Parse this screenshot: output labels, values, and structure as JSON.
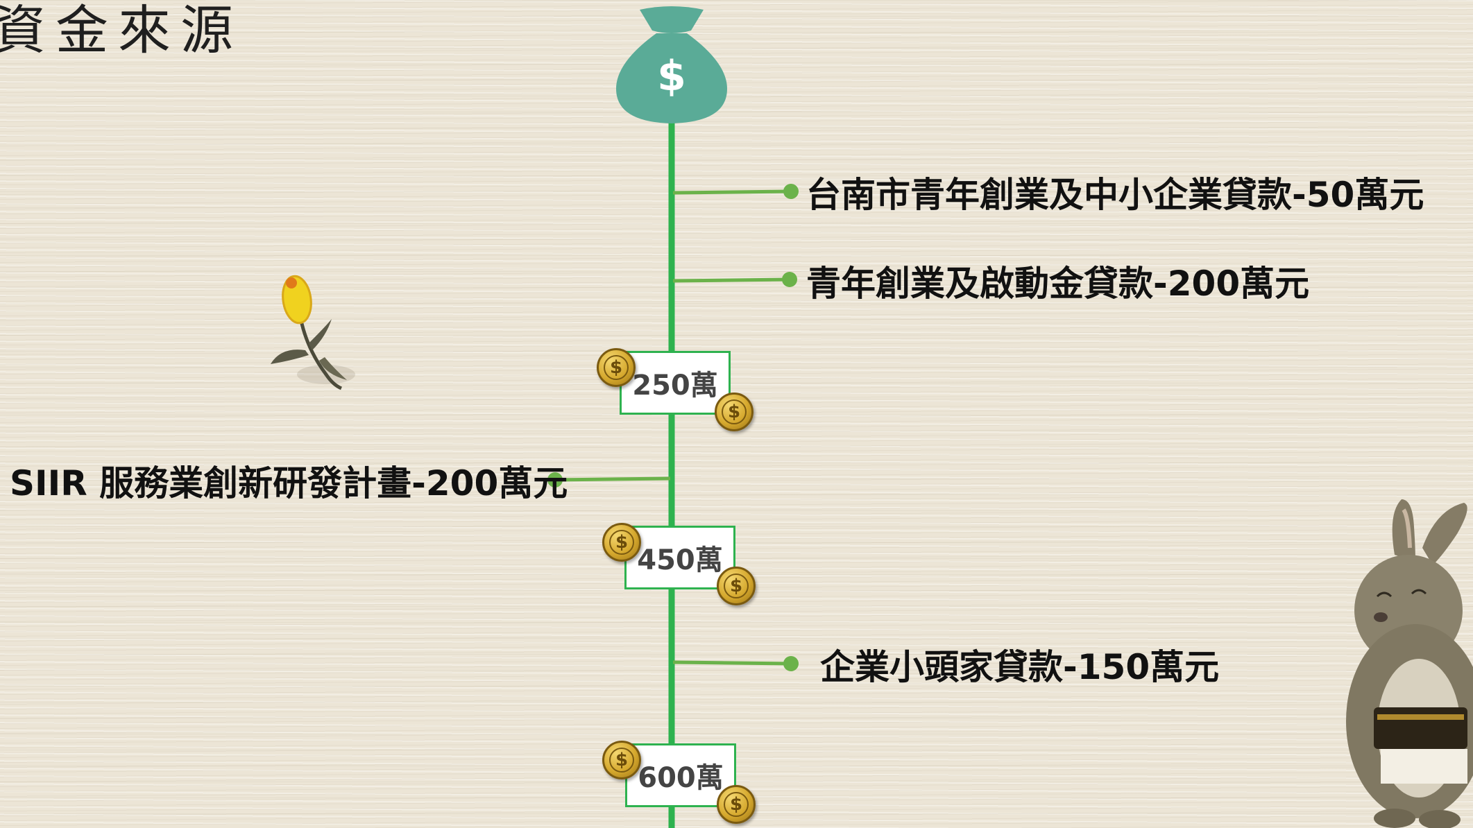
{
  "slide": {
    "title": "資金來源"
  },
  "money_bag": {
    "icon": "money-bag-icon",
    "symbol": "$",
    "color": "#5aab97"
  },
  "timeline": {
    "line_color": "#2eb24f",
    "dot_color": "#6bb24a",
    "sources": [
      {
        "label": "台南市青年創業及中小企業貸款-50萬元"
      },
      {
        "label": "青年創業及啟動金貸款-200萬元"
      },
      {
        "label": "SIIR 服務業創新研發計畫-200萬元"
      },
      {
        "label": "企業小頭家貸款-150萬元"
      }
    ],
    "milestones": [
      {
        "value": "250萬"
      },
      {
        "value": "450萬"
      },
      {
        "value": "600萬"
      }
    ],
    "coin_symbol": "$"
  },
  "decorations": {
    "flower": "yellow-flower-icon",
    "rabbit": "rabbit-illustration"
  }
}
